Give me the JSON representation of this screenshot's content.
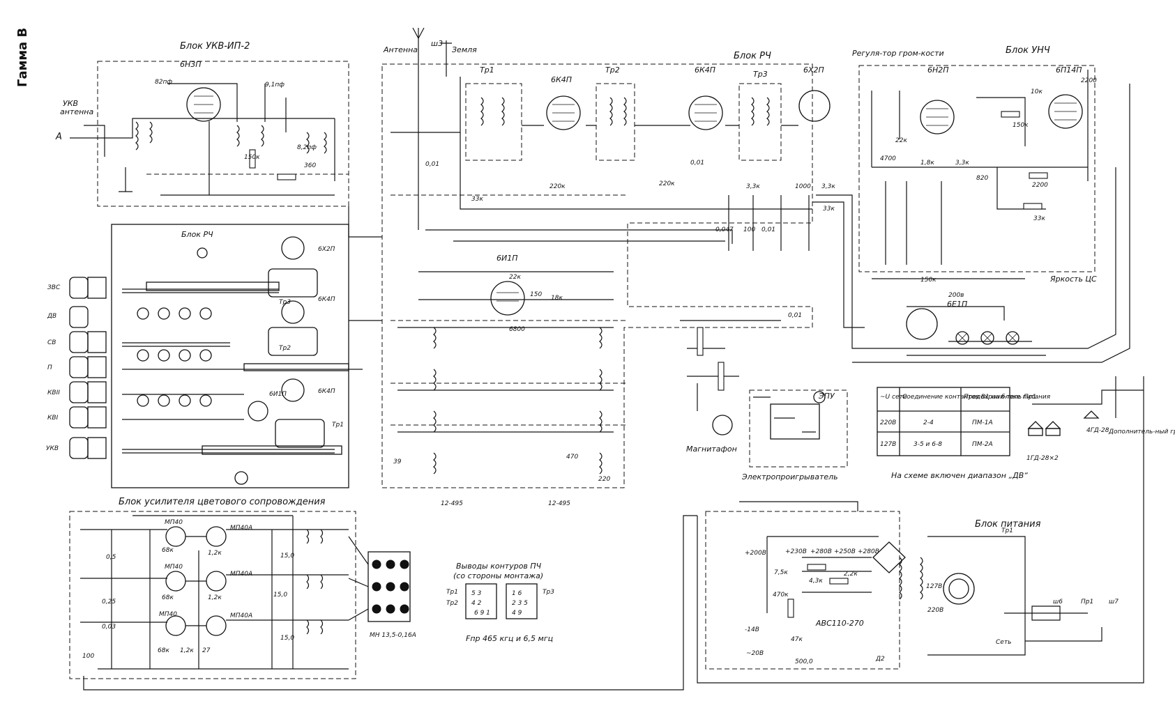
{
  "side_label": "Гамма В",
  "blocks": {
    "ukv": {
      "title": "Блок УКВ-ИП-2",
      "tube": "6Н3П"
    },
    "antenna": {
      "antenna": "Антенна",
      "ground": "Земля",
      "socket": "ш3"
    },
    "rf": {
      "title": "Блок РЧ",
      "tubes": [
        "6К4П",
        "6К4П",
        "6Х2П",
        "6И1П"
      ]
    },
    "af": {
      "title": "Блок УНЧ",
      "tubes": [
        "6Н2П",
        "6П14П",
        "6Е1П"
      ],
      "volume": "Регуля-тор гром-кости",
      "color_brightness": "Яркость ЦС"
    },
    "rf_board": {
      "title": "Блок РЧ",
      "bands": [
        "ЗВС",
        "ДВ",
        "СВ",
        "П",
        "КВII",
        "КВI",
        "УКВ"
      ],
      "tubes": [
        "6Х2П",
        "6К4П",
        "6И1П",
        "6К4П"
      ]
    },
    "color": {
      "title": "Блок усилителя цветового сопровождения",
      "transistors": [
        "МП40",
        "МП40А",
        "МП40",
        "МП40А",
        "МП40",
        "МП40А"
      ],
      "lamps": "МН 13,5-0,16А"
    },
    "power": {
      "title": "Блок питания",
      "rectifier": "АВС110-270",
      "voltages": [
        "+200В",
        "+230В",
        "+280В",
        "+250В",
        "+280В",
        "~20В",
        "-14В"
      ]
    }
  },
  "coil_legend": {
    "title": "Выводы контуров ПЧ",
    "subtitle": "(со стороны монтажа)",
    "freq": "Fпр 465 кгц и 6,5 мгц",
    "tr": [
      "Тр1",
      "Тр2",
      "Тр3"
    ]
  },
  "fuse_table": {
    "headers": [
      "~U сети",
      "Соединение контактов В1 на блоке питания",
      "Предохрани-тель Пр1"
    ],
    "rows": [
      [
        "220В",
        "2-4",
        "ПМ-1А"
      ],
      [
        "127В",
        "3-5 и 6-8",
        "ПМ-2А"
      ]
    ]
  },
  "notes": {
    "band": "На схеме включен диапазон „ДВ“",
    "tape": "Магнитафон",
    "player": "Электропроигрыватель",
    "epu": "ЭПУ",
    "speakers": "1ГД-28×2",
    "spk2": "4ГД-28",
    "ext": "Дополнитель-ный громкогово-ритель",
    "network": "Сеть"
  }
}
